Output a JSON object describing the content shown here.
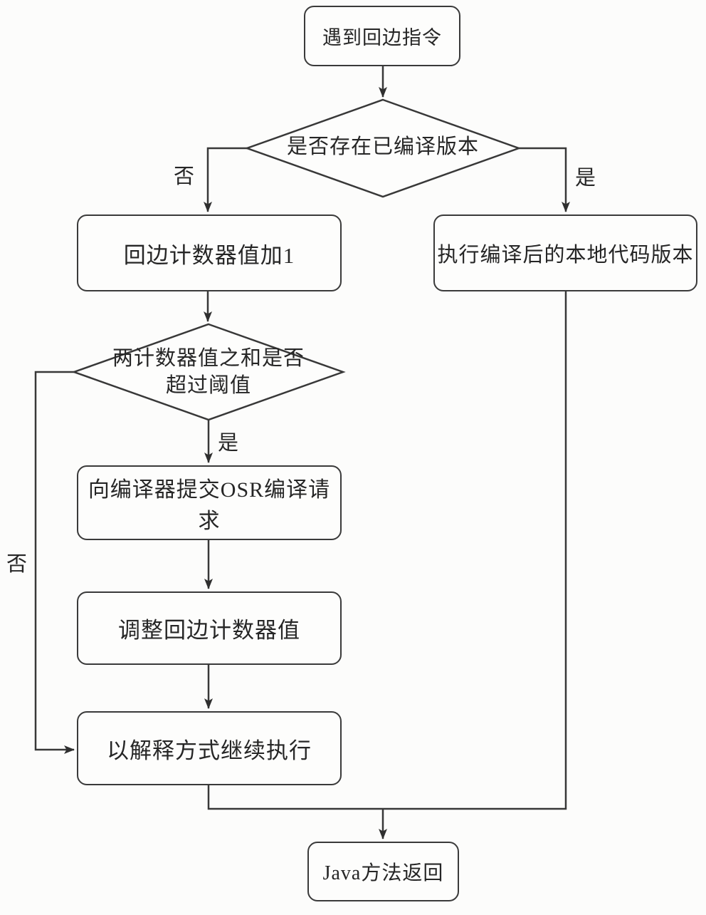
{
  "diagram": {
    "title": "OSR back-edge counter JIT flowchart",
    "colors": {
      "background": "#fcfcfb",
      "line": "#383838",
      "node_border": "#3a3a3a",
      "node_fill": "#fdfdfc",
      "text": "#262626"
    },
    "nodes": [
      {
        "id": "start",
        "type": "rounded-rect",
        "label": "遇到回边指令"
      },
      {
        "id": "decision-compiled-version",
        "type": "diamond",
        "label": "是否存在已编译版本"
      },
      {
        "id": "increment-back-edge-counter",
        "type": "rounded-rect",
        "label": "回边计数器值加1"
      },
      {
        "id": "execute-compiled-native-code",
        "type": "rounded-rect",
        "label": "执行编译后的本地代码版本"
      },
      {
        "id": "decision-counters-exceed-threshold",
        "type": "diamond",
        "label": "两计数器值之和是否超过阈值",
        "label_lines": [
          "两计数器值之和是否",
          "超过阈值"
        ]
      },
      {
        "id": "submit-osr-compile-request",
        "type": "rounded-rect",
        "label": "向编译器提交OSR编译请求"
      },
      {
        "id": "adjust-back-edge-counter",
        "type": "rounded-rect",
        "label": "调整回边计数器值"
      },
      {
        "id": "continue-interpreted-execution",
        "type": "rounded-rect",
        "label": "以解释方式继续执行"
      },
      {
        "id": "java-method-return",
        "type": "rounded-rect",
        "label": "Java方法返回"
      }
    ],
    "edge_labels": {
      "compiled_no": "否",
      "compiled_yes": "是",
      "threshold_yes": "是",
      "threshold_no": "否"
    }
  }
}
